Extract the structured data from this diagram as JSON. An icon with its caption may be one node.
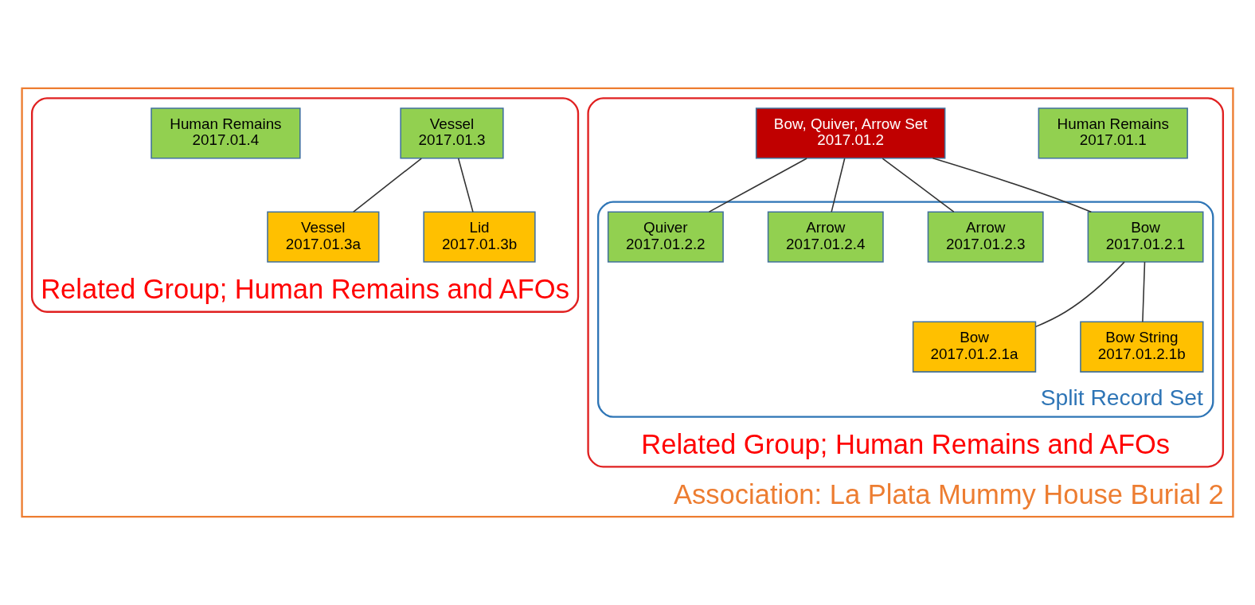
{
  "diagram": {
    "nodes": [
      {
        "text": [
          "Association: La Plata Mummy House Burial 2"
        ]
      },
      {
        "text": [
          "Related Group; Human Remains and AFOs"
        ],
        "in": 0
      },
      {
        "text": [
          "Human Remains",
          "2017.01.1"
        ],
        "in": 1
      },
      {
        "text": [
          "Bow, Quiver, Arrow Set",
          "2017.01.2"
        ],
        "in": 1
      },
      {
        "text": [
          "Split Record Set"
        ],
        "in": 1
      },
      {
        "text": [
          "Bow",
          "2017.01.2.1"
        ],
        "in": 4
      },
      {
        "text": [
          "Arrow",
          "2017.01.2.3"
        ],
        "in": 4
      },
      {
        "text": [
          "Arrow",
          "2017.01.2.4"
        ],
        "in": 4
      },
      {
        "text": [
          "Quiver",
          "2017.01.2.2"
        ],
        "in": 4
      },
      {
        "text": [
          "Bow",
          "2017.01.2.1a"
        ],
        "in": 4
      },
      {
        "text": [
          "Bow String",
          "2017.01.2.1b"
        ],
        "in": 4
      },
      {
        "text": [
          "Related Group; Human Remains and AFOs"
        ],
        "in": 0
      },
      {
        "text": [
          "Vessel",
          "2017.01.3"
        ],
        "in": 11
      },
      {
        "text": [
          "Human Remains",
          "2017.01.4"
        ],
        "in": 11
      },
      {
        "text": [
          "Vessel",
          "2017.01.3a"
        ],
        "in": 11
      },
      {
        "text": [
          "Lid",
          "2017.01.3b"
        ],
        "in": 11
      }
    ],
    "edges": [
      {
        "from": 3,
        "to": 5,
        "arrow": "none"
      },
      {
        "from": 3,
        "to": 6,
        "arrow": "none"
      },
      {
        "from": 3,
        "to": 7,
        "arrow": "none"
      },
      {
        "from": 3,
        "to": 8,
        "arrow": "none"
      },
      {
        "from": 5,
        "to": 9,
        "arrow": "none"
      },
      {
        "from": 5,
        "to": 10,
        "arrow": "none"
      },
      {
        "from": 12,
        "to": 14,
        "arrow": "none"
      },
      {
        "from": 12,
        "to": 15,
        "arrow": "none"
      }
    ]
  }
}
